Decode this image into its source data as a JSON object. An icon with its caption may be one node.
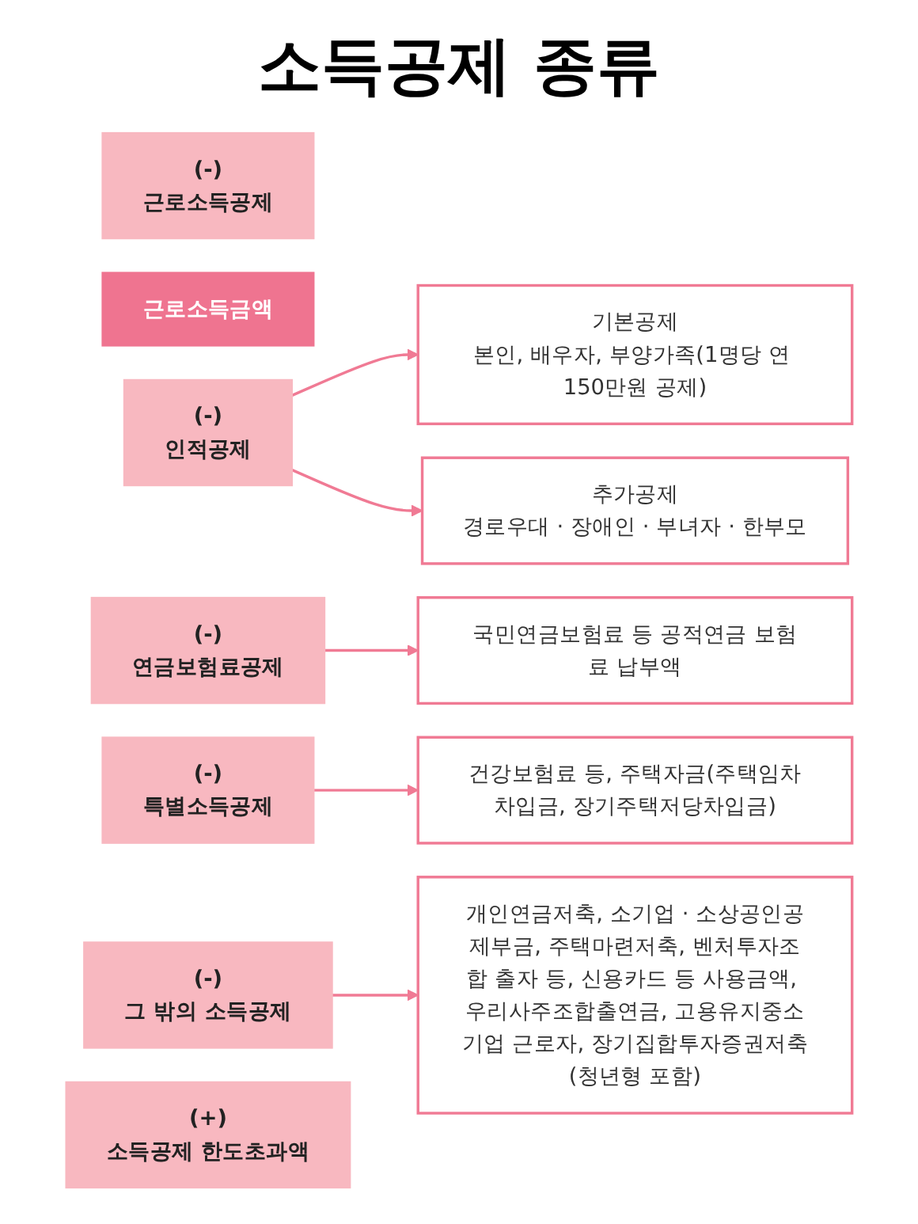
{
  "diagram": {
    "title": "소득공제 종류",
    "nodes": [
      {
        "text": [
          "(-)",
          "근로소득공제"
        ]
      },
      {
        "text": [
          "근로소득금액"
        ]
      },
      {
        "text": [
          "(-)",
          "인적공제"
        ]
      },
      {
        "text": [
          "기본공제",
          "본인, 배우자, 부양가족(1명당 연 150만원 공제)"
        ]
      },
      {
        "text": [
          "추가공제",
          "경로우대 · 장애인 · 부녀자 · 한부모"
        ]
      },
      {
        "text": [
          "(-)",
          "연금보험료공제"
        ]
      },
      {
        "text": [
          "국민연금보험료 등 공적연금 보험료 납부액"
        ]
      },
      {
        "text": [
          "(-)",
          "특별소득공제"
        ]
      },
      {
        "text": [
          "건강보험료 등, 주택자금(주택임차차입금, 장기주택저당차입금)"
        ]
      },
      {
        "text": [
          "(-)",
          "그 밖의 소득공제"
        ]
      },
      {
        "text": [
          "(+)",
          "소득공제 한도초과액"
        ]
      },
      {
        "text": [
          "개인연금저축, 소기업 · 소상공인공제부금, 주택마련저축, 벤처투자조합 출자 등, 신용카드 등 사용금액, 우리사주조합출연금, 고용유지중소기업 근로자, 장기집합투자증권저축(청년형 포함)"
        ]
      }
    ],
    "edges": [
      {
        "from": 2,
        "to": 3,
        "arrow": "to"
      },
      {
        "from": 2,
        "to": 4,
        "arrow": "to"
      },
      {
        "from": 5,
        "to": 6,
        "arrow": "to"
      },
      {
        "from": 7,
        "to": 8,
        "arrow": "to"
      },
      {
        "from": 9,
        "to": 11,
        "arrow": "to"
      }
    ]
  }
}
